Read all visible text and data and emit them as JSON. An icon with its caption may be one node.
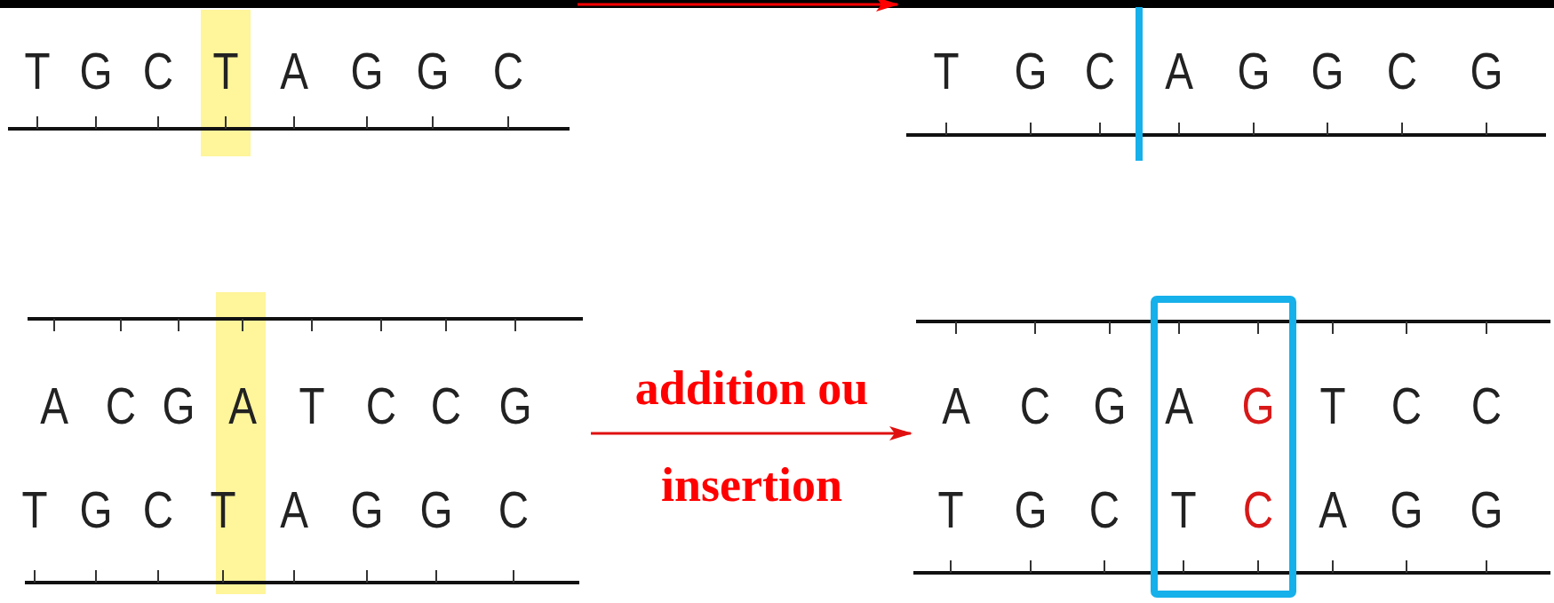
{
  "diagram": {
    "nodes": [
      {
        "text": [
          "T",
          "G",
          "C",
          "T",
          "A",
          "G",
          "G",
          "C"
        ]
      },
      {
        "text": [
          "T",
          "G",
          "C",
          "A",
          "G",
          "G",
          "C",
          "G"
        ]
      },
      {
        "text": [
          "A",
          "C",
          "G",
          "A",
          "T",
          "C",
          "C",
          "G",
          "T",
          "G",
          "C",
          "T",
          "A",
          "G",
          "G",
          "C"
        ]
      },
      {
        "text": [
          "A",
          "C",
          "G",
          "A",
          "G",
          "T",
          "C",
          "C",
          "T",
          "G",
          "C",
          "T",
          "C",
          "A",
          "G",
          "G"
        ]
      }
    ],
    "edges": [
      {
        "from": 0,
        "to": 1,
        "arrow": "to",
        "color": "#ff0000"
      },
      {
        "from": 2,
        "to": 3,
        "arrow": "to",
        "color": "#e01010"
      }
    ],
    "labels": [
      "addition ou",
      "insertion"
    ]
  }
}
